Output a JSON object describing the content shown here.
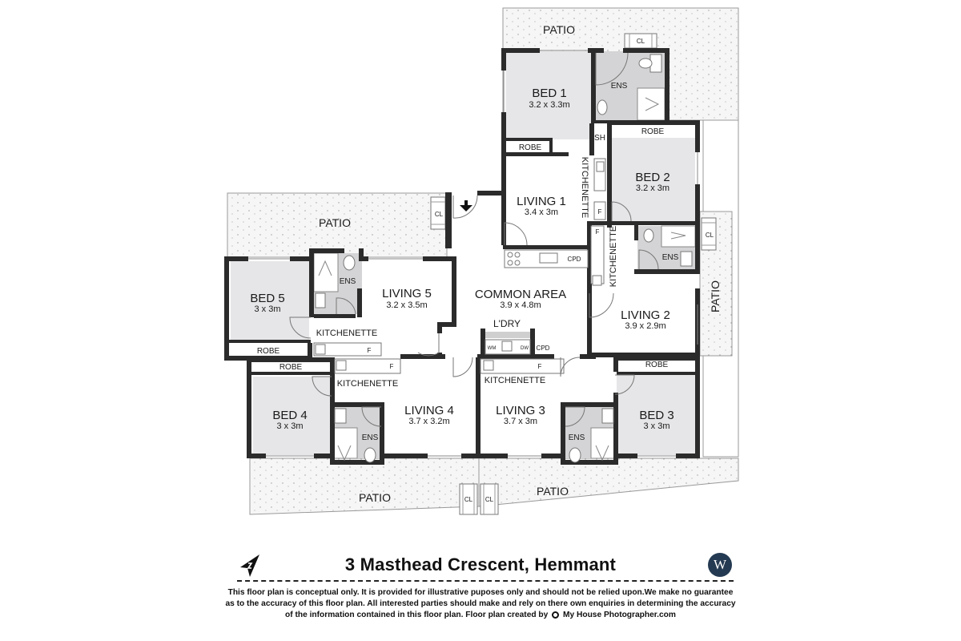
{
  "plan": {
    "rooms": {
      "bed1": {
        "name": "BED 1",
        "dims": "3.2 x 3.3m"
      },
      "bed2": {
        "name": "BED 2",
        "dims": "3.2 x 3m"
      },
      "bed3": {
        "name": "BED 3",
        "dims": "3 x 3m"
      },
      "bed4": {
        "name": "BED 4",
        "dims": "3 x 3m"
      },
      "bed5": {
        "name": "BED 5",
        "dims": "3 x 3m"
      },
      "living1": {
        "name": "LIVING 1",
        "dims": "3.4 x 3m"
      },
      "living2": {
        "name": "LIVING 2",
        "dims": "3.9 x 2.9m"
      },
      "living3": {
        "name": "LIVING 3",
        "dims": "3.7 x 3m"
      },
      "living4": {
        "name": "LIVING 4",
        "dims": "3.7 x 3.2m"
      },
      "living5": {
        "name": "LIVING 5",
        "dims": "3.2 x 3.5m"
      },
      "common": {
        "name": "COMMON AREA",
        "dims": "3.9 x 4.8m"
      }
    },
    "labels": {
      "patio": "PATIO",
      "ens": "ENS",
      "robe": "ROBE",
      "kitchenette": "KITCHENETTE",
      "ldry": "L'DRY",
      "cpd": "CPD",
      "cl": "CL",
      "sh": "SH",
      "fridge": "F",
      "wm": "WM",
      "dw": "DW"
    }
  },
  "footer": {
    "title": "3 Masthead Crescent, Hemmant",
    "brand_letter": "W",
    "disclaimer_line1": "This floor plan is conceptual only. It is provided for illustrative puposes only and should not be relied upon.We make no guarantee",
    "disclaimer_line2": "as to the accuracy of this floor plan. All interested parties should make and rely on there own enquiries in determining the accuracy",
    "disclaimer_line3_pre": "of the information contained in this floor plan. Floor plan created by",
    "disclaimer_line3_brand": "My House Photographer.com"
  },
  "colors": {
    "wall": "#2b2b2b",
    "bedroom_fill": "#e6e6e8",
    "ensuite_fill": "#d4d4d6",
    "patio_fill": "#f4f4f4",
    "brand_badge": "#243a52"
  }
}
